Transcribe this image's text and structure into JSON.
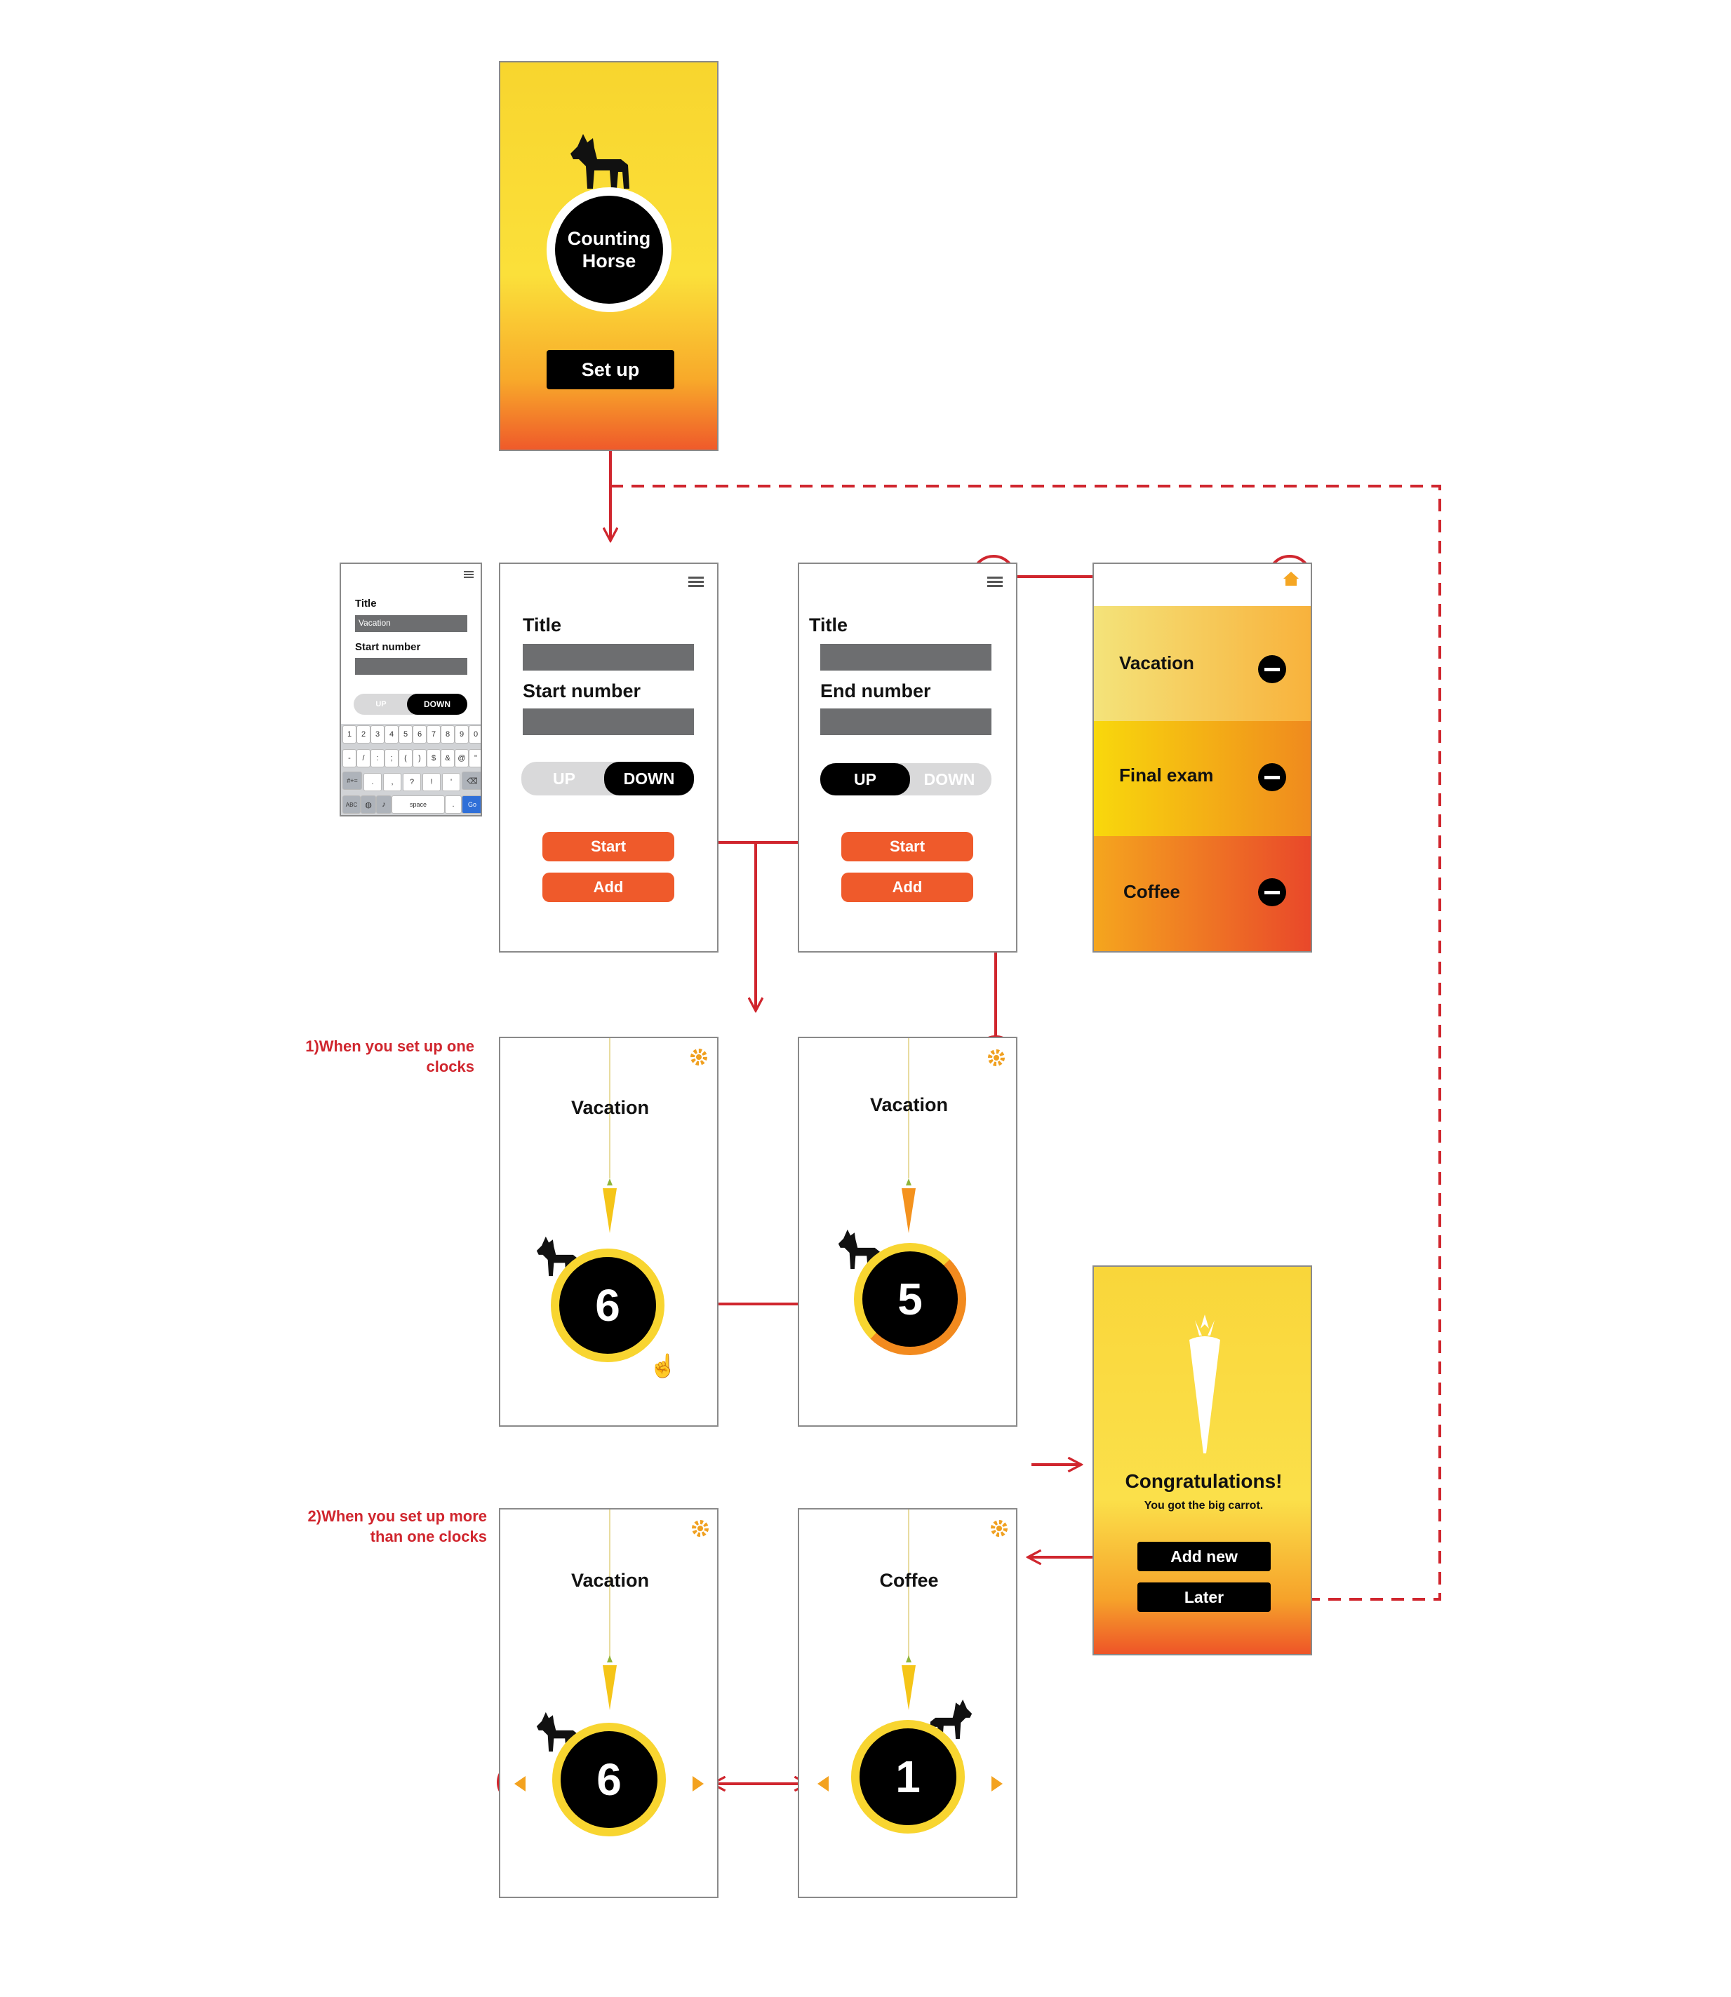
{
  "splash": {
    "line1": "Counting",
    "line2": "Horse",
    "setup_label": "Set up"
  },
  "small_form": {
    "title_label": "Title",
    "title_value": "Vacation",
    "start_label": "Start number",
    "up_label": "UP",
    "down_label": "DOWN",
    "keys_row1": [
      "1",
      "2",
      "3",
      "4",
      "5",
      "6",
      "7",
      "8",
      "9",
      "0"
    ],
    "keys_row2": [
      "-",
      "/",
      ":",
      ";",
      "(",
      ")",
      "$",
      "&",
      "@",
      "\""
    ],
    "keys_row3_left": "#+=",
    "keys_row3": [
      ".",
      ",",
      "?",
      "!",
      "'"
    ],
    "keys_row4": {
      "abc": "ABC",
      "space": "space",
      "go": "Go"
    }
  },
  "form_down": {
    "title_label": "Title",
    "start_label": "Start number",
    "up_label": "UP",
    "down_label": "DOWN",
    "start_btn": "Start",
    "add_btn": "Add"
  },
  "form_up": {
    "title_label": "Title",
    "end_label": "End number",
    "up_label": "UP",
    "down_label": "DOWN",
    "start_btn": "Start",
    "add_btn": "Add"
  },
  "list": {
    "items": [
      "Vacation",
      "Final exam",
      "Coffee"
    ]
  },
  "annotations": {
    "one_l1": "1)When you set up one",
    "one_l2": "clocks",
    "more_l1": "2)When you set up more",
    "more_l2": "than one clocks"
  },
  "clock_one_a": {
    "title": "Vacation",
    "number": "6"
  },
  "clock_one_b": {
    "title": "Vacation",
    "number": "5"
  },
  "clock_more_a": {
    "title": "Vacation",
    "number": "6"
  },
  "clock_more_b": {
    "title": "Coffee",
    "number": "1"
  },
  "congrats": {
    "title": "Congratulations!",
    "subtitle": "You got the big carrot.",
    "add_new": "Add new",
    "later": "Later"
  },
  "colors": {
    "accent_red": "#d0262e",
    "orange": "#ef5a2b",
    "yellow": "#f8d52e",
    "black": "#000000"
  },
  "icons": [
    "horse-icon",
    "hamburger-icon",
    "home-icon",
    "gear-icon",
    "minus-icon",
    "carrot-icon",
    "hand-pointer-icon",
    "arrow-left-icon",
    "arrow-right-icon"
  ]
}
